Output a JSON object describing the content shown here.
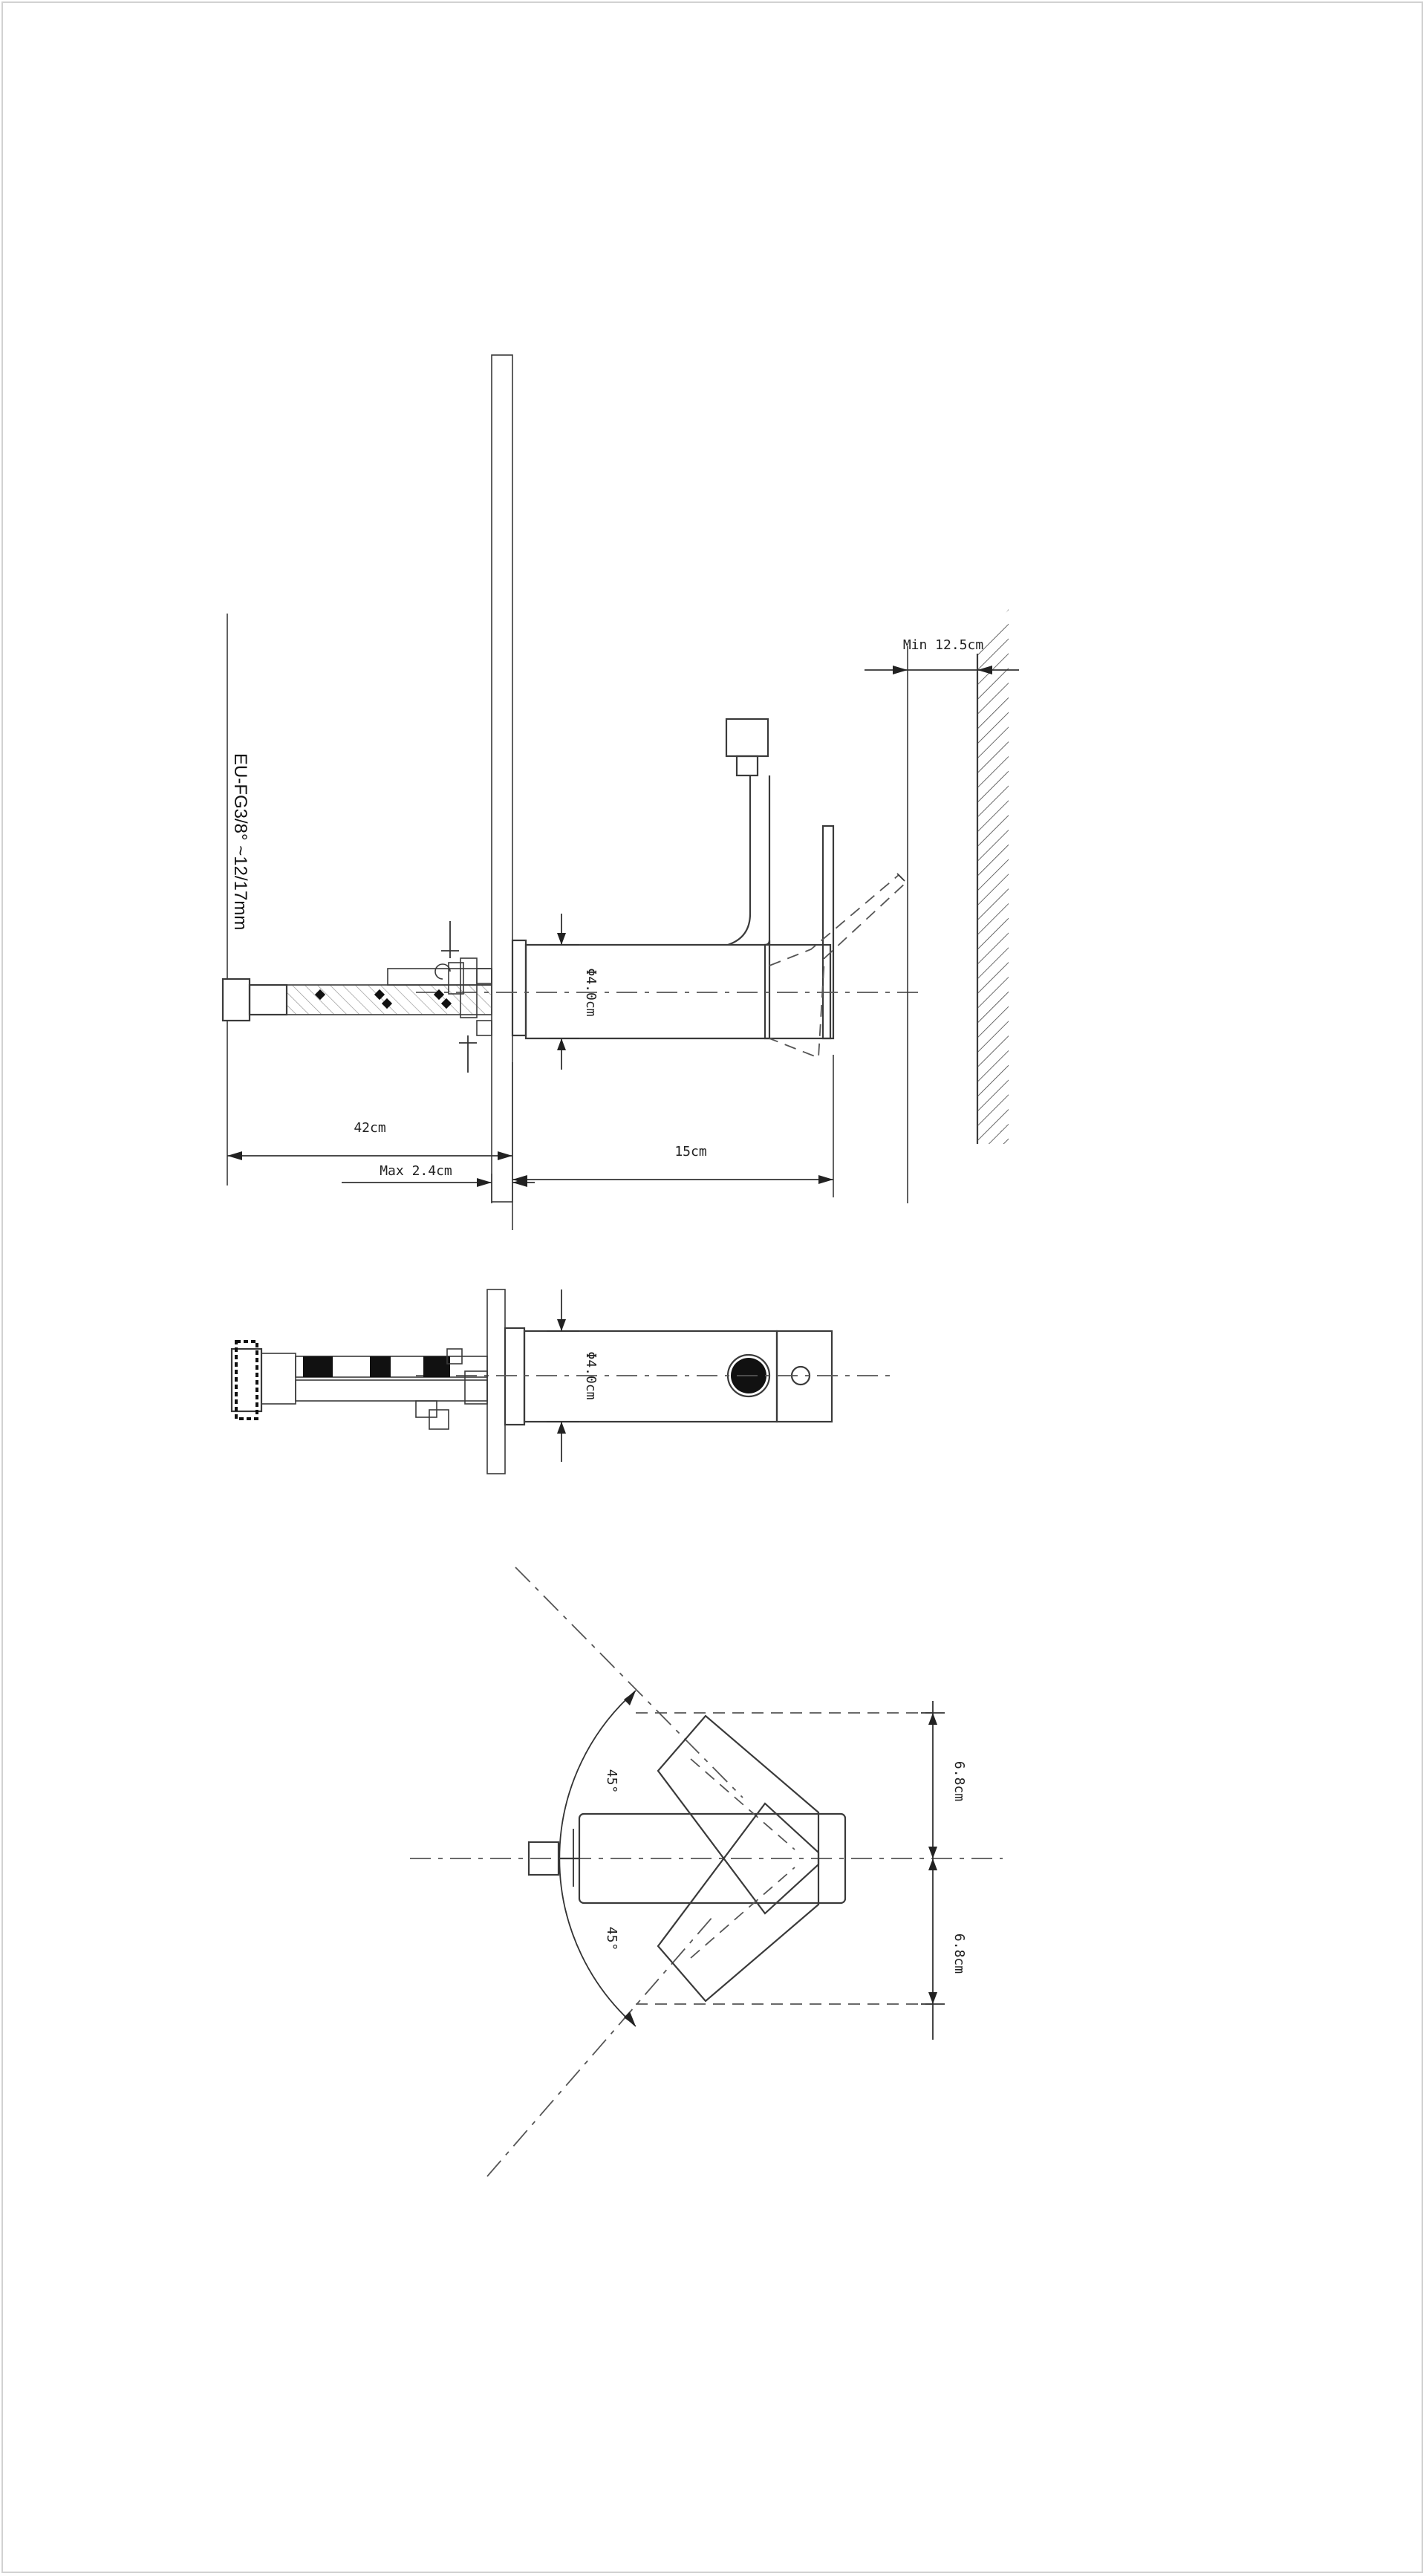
{
  "labels": {
    "thread_spec": "EU-FG3/8° ~12/17mm",
    "min_clearance": "Min 12.5cm",
    "diameter_side": "Φ4.0cm",
    "diameter_front": "Φ4.0cm",
    "hose_length": "42cm",
    "max_thickness": "Max 2.4cm",
    "reach": "15cm",
    "angle_upper": "45°",
    "angle_lower": "45°",
    "width_upper": "6.8cm",
    "width_lower": "6.8cm"
  }
}
